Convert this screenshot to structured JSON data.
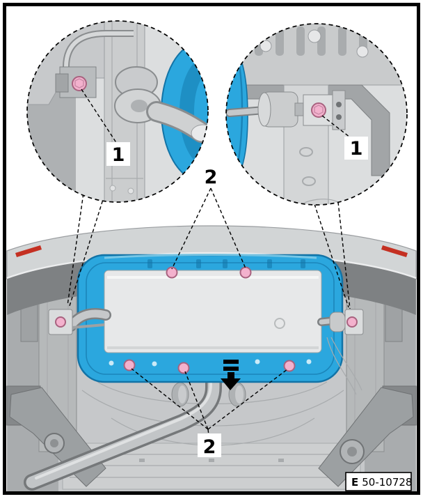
{
  "figure": {
    "code_prefix": "E",
    "code_number": "50-10728"
  },
  "callouts": {
    "detail_left_label": "1",
    "detail_right_label": "1",
    "bolts_top_label": "2",
    "bolts_bottom_label": "2"
  },
  "icons": {
    "direction_arrow": "installation-direction-down-arrow-icon"
  },
  "colors": {
    "highlight_blue": "#2BA7DE",
    "highlight_blue_dark": "#1273A6",
    "highlight_blue_mid": "#1E8FC4",
    "bolt_pink": "#F3B1CD",
    "bolt_pink_outline": "#A8627F",
    "reflector_red": "#C43022",
    "line_black": "#000000"
  }
}
